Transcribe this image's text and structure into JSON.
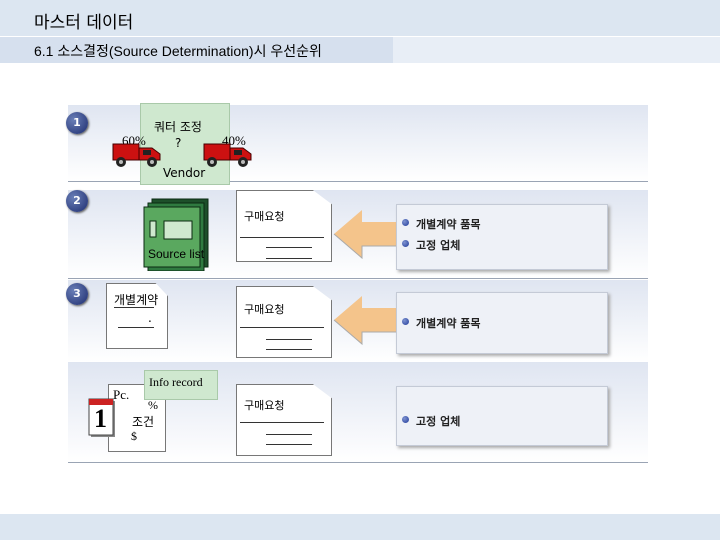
{
  "header": {
    "title": "마스터 데이터",
    "subtitle": "6.1 소스결정(Source Determination)시 우선순위"
  },
  "step1": {
    "number": "1",
    "quota_label": "쿼터 조정",
    "quota_value": "?",
    "left_pct": "60%",
    "right_pct": "40%",
    "vendor": "Vendor"
  },
  "step2": {
    "number": "2",
    "source_list": "Source list",
    "doc_title": "구매요청",
    "items": [
      "개별계약 품목",
      "고정 업체"
    ]
  },
  "step3": {
    "number": "3",
    "contract_title": "개별계약",
    "contract_dot": ".",
    "doc_title": "구매요청",
    "items": [
      "개별계약 품목"
    ]
  },
  "step4": {
    "info_record": "Info record",
    "pc": "Pc.",
    "percent": "%",
    "condition": "조건",
    "dollar": "$",
    "calendar_digit": "1",
    "doc_title": "구매요청",
    "items": [
      "고정 업체"
    ]
  },
  "colors": {
    "header_bg": "#dce6f1",
    "band_top": "#dfe5f1",
    "green_box": "#cfe8cf",
    "truck_red": "#cc1111",
    "arrow_fill": "#f4c48b",
    "bullet_blue": "#1f3a99"
  },
  "icons": [
    "truck-icon",
    "truck-icon",
    "binder-icon",
    "arrow-left-icon",
    "calendar-icon"
  ]
}
